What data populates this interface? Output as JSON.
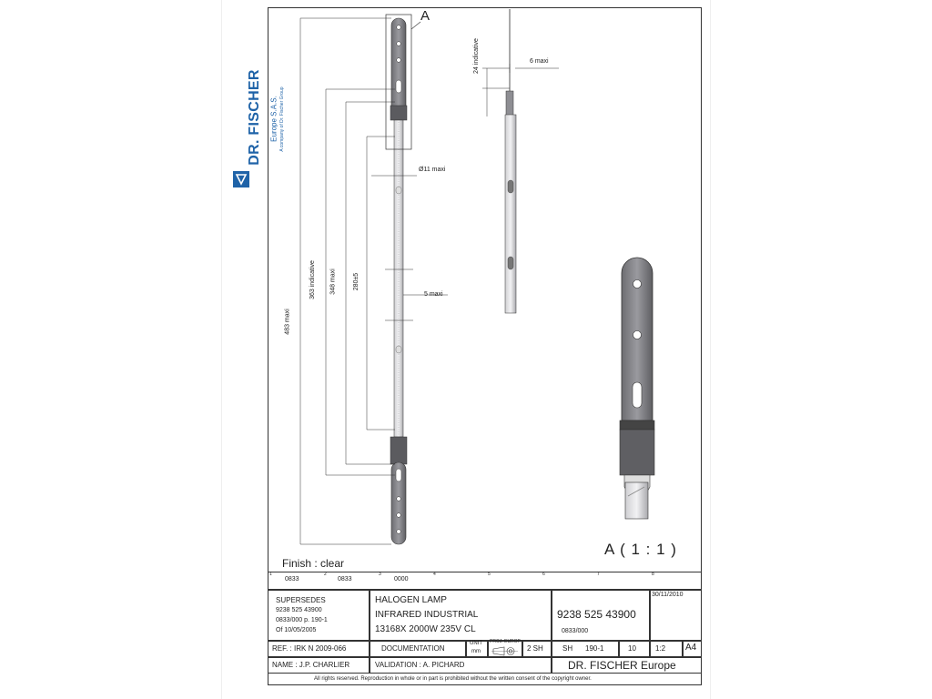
{
  "logo": {
    "brand": "DR. FISCHER",
    "sub": "Europe S.A.S.",
    "company": "A company of Dr. Fischer Group"
  },
  "drawing": {
    "detail_label": "A",
    "detail_scale": "A ( 1 : 1 )",
    "finish": "Finish : clear",
    "dims": {
      "d483": "483 maxi",
      "d363": "363 indicative",
      "d348": "348 maxi",
      "d280": "280±5",
      "d11": "Ø11 maxi",
      "d5": "5 maxi",
      "d24": "24 indicative",
      "d6": "6 maxi"
    }
  },
  "zone_row": {
    "nums": [
      "1",
      "2",
      "3",
      "4",
      "5",
      "6",
      "7",
      "8"
    ],
    "values": [
      "0833",
      "0833",
      "0000"
    ]
  },
  "title_block": {
    "supersedes_label": "SUPERSEDES",
    "supersedes_lines": [
      "9238 525 43900",
      "0833/000 p. 190-1",
      "Of 10/05/2005"
    ],
    "title_lines": [
      "HALOGEN LAMP",
      "INFRARED INDUSTRIAL",
      "13168X 2000W 235V CL"
    ],
    "part_number": "9238 525 43900",
    "part_sub": "0833/000",
    "date": "30/11/2010",
    "ref": "REF. : IRK N 2009-066",
    "documentation": "DOCUMENTATION",
    "unit": "UNIT",
    "unit_value": "mm",
    "proj": "PROJ. EUROP",
    "sheets": "2 SH",
    "sh": "SH",
    "sh_num": "190-1",
    "rev": "10",
    "scale": "1:2",
    "format": "A4",
    "name": "NAME : J.P. CHARLIER",
    "validation": "VALIDATION : A. PICHARD",
    "company": "DR. FISCHER Europe",
    "copyright": "All rights reserved. Reproduction in whole or in part is prohibited without the written consent of the copyright owner."
  }
}
